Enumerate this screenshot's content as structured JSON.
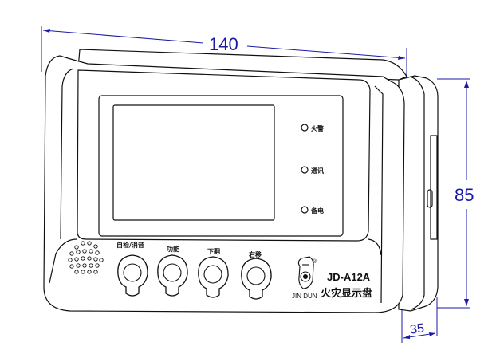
{
  "dimensions": {
    "width": "140",
    "height": "85",
    "depth": "35"
  },
  "indicators": [
    {
      "label": "火警"
    },
    {
      "label": "通讯"
    },
    {
      "label": "备电"
    }
  ],
  "buttons": [
    {
      "label": "自检/消音"
    },
    {
      "label": "功能"
    },
    {
      "label": "下翻"
    },
    {
      "label": "右移"
    }
  ],
  "brand": {
    "model": "JD-A12A",
    "product_name": "火灾显示盘",
    "logo_text": "JIN DUN",
    "registered_mark": "®"
  },
  "colors": {
    "dimension": "#1a1aa8",
    "line": "#111111"
  }
}
